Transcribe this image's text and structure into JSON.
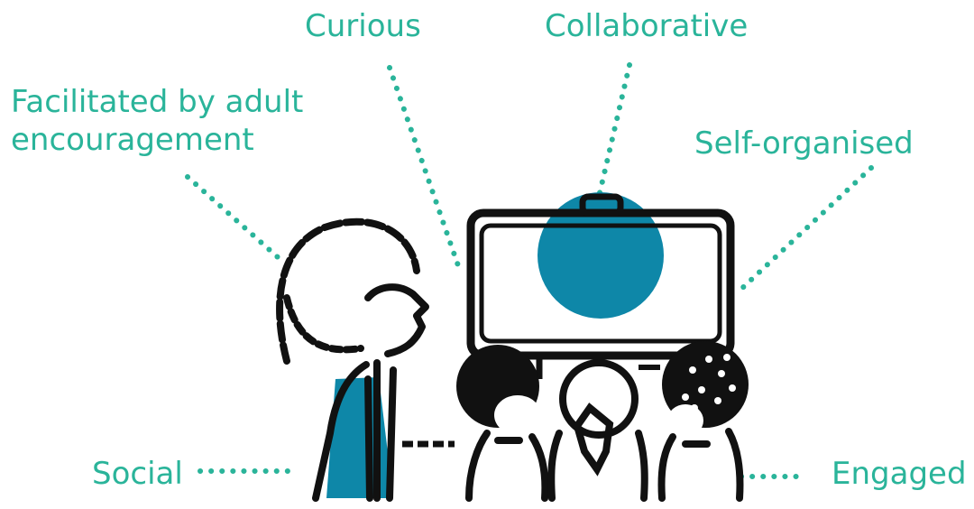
{
  "labels": {
    "curious": "Curious",
    "collaborative": "Collaborative",
    "facilitated": "Facilitated by adult encouragement",
    "self_organised": "Self-organised",
    "social": "Social",
    "engaged": "Engaged"
  },
  "colors": {
    "label_text": "#2ab49a",
    "dotted_line": "#2ab49a",
    "accent_fill": "#0e87a8",
    "outline": "#111111"
  },
  "icons": [
    "adult-figure-icon",
    "screen-icon",
    "child-figure-icon"
  ]
}
